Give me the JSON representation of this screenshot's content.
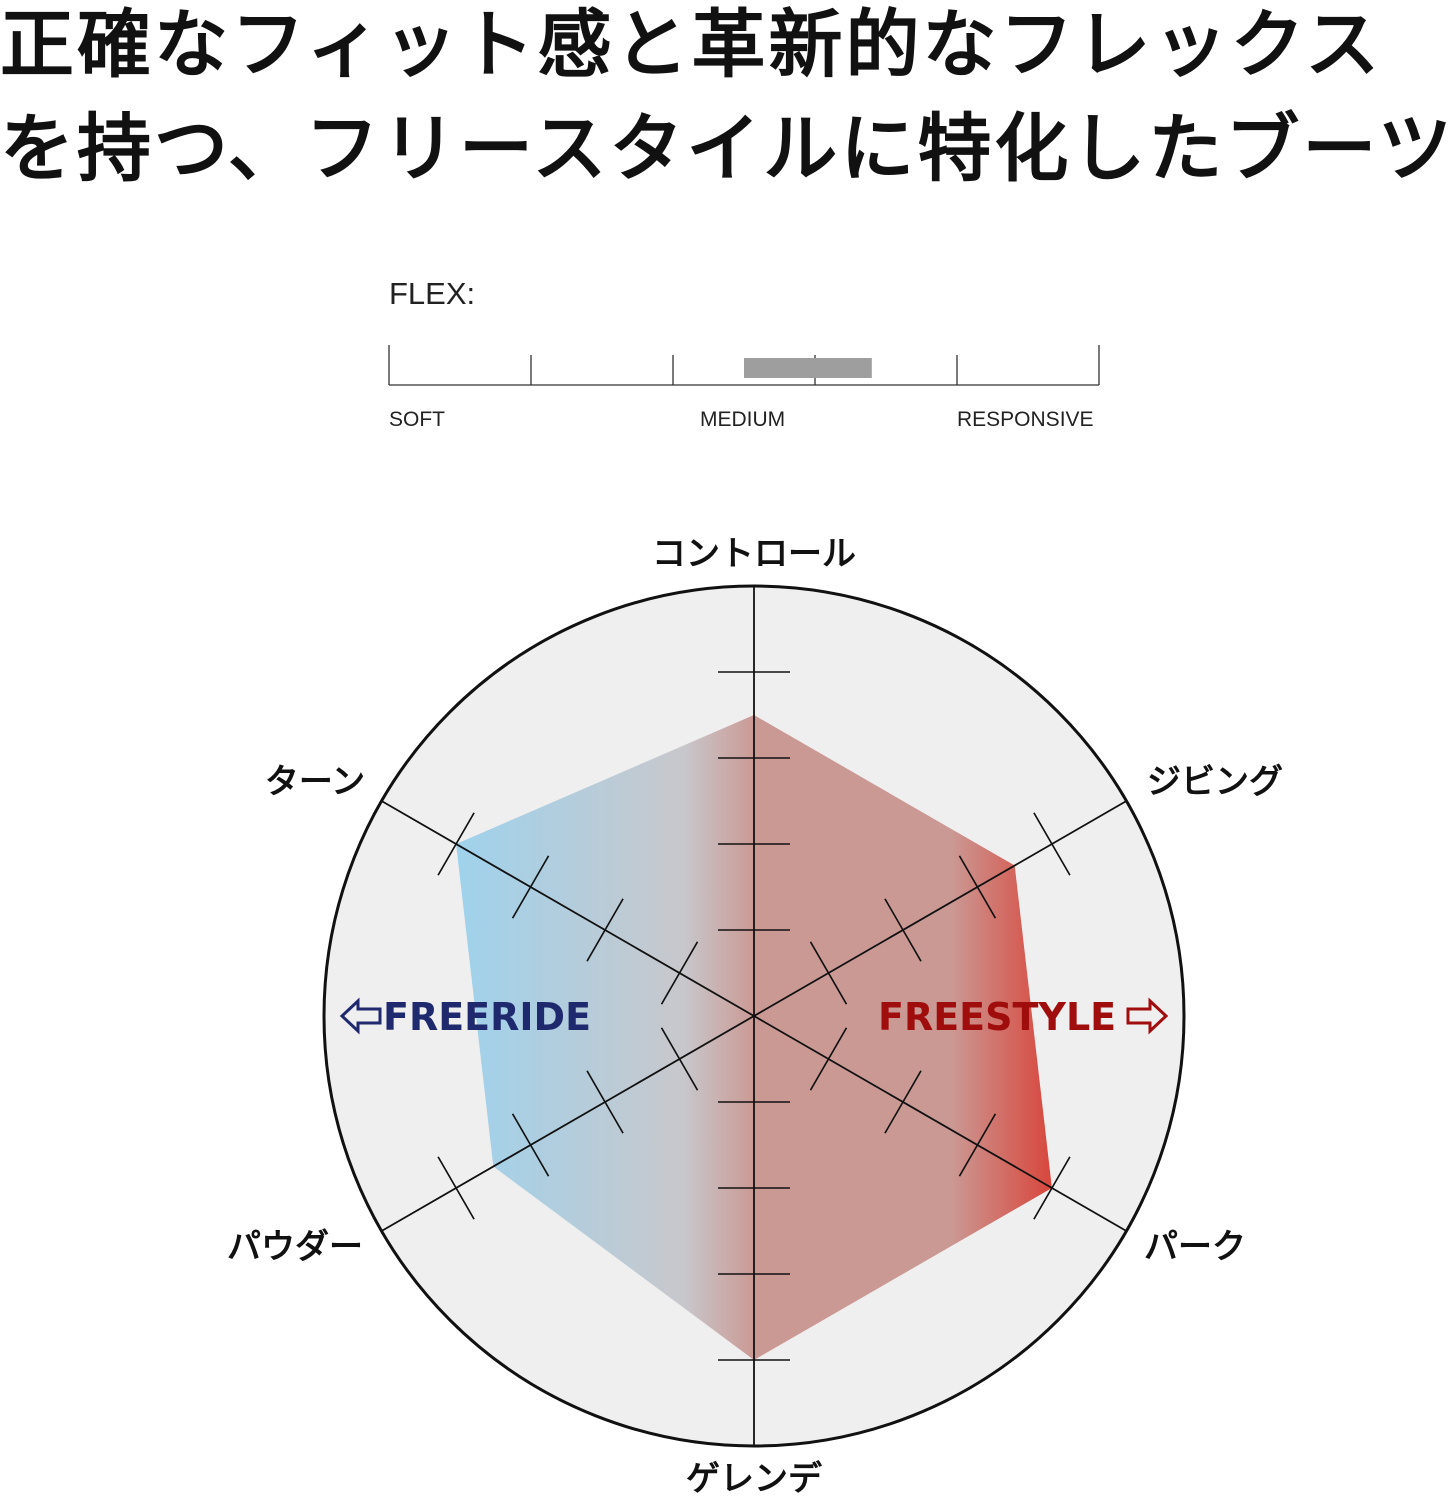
{
  "headline": {
    "line1": "正確なフィット感と革新的なフレックス",
    "line2": "を持つ、フリースタイルに特化したブーツ"
  },
  "flex": {
    "label": "FLEX:",
    "scale_labels": [
      "SOFT",
      "MEDIUM",
      "RESPONSIVE"
    ],
    "scale_range": [
      0,
      5
    ],
    "value_range": [
      2.5,
      3.4
    ],
    "bar_color": "#9e9e9e"
  },
  "chart_data": {
    "type": "radar",
    "axes": [
      "コントロール",
      "ジビング",
      "パーク",
      "ゲレンデ",
      "パウダー",
      "ターン"
    ],
    "values": [
      3.5,
      3.5,
      4,
      4,
      3.5,
      4
    ],
    "range": [
      0,
      4
    ],
    "ticks": [
      1,
      2,
      3,
      4
    ],
    "left_label": "FREERIDE",
    "right_label": "FREESTYLE",
    "left_color": "#1f2a6e",
    "right_color": "#a00d0d",
    "fill_colors": [
      "#9fd2ec",
      "#c8c8cc",
      "#cb9994",
      "#d8463c"
    ],
    "background": "#efefef"
  }
}
